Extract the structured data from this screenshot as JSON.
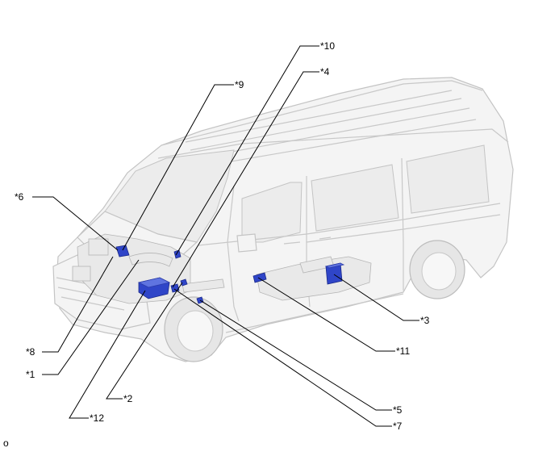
{
  "callouts": [
    {
      "id": "c10",
      "label": "*10"
    },
    {
      "id": "c4",
      "label": "*4"
    },
    {
      "id": "c9",
      "label": "*9"
    },
    {
      "id": "c6",
      "label": "*6"
    },
    {
      "id": "c3",
      "label": "*3"
    },
    {
      "id": "c11",
      "label": "*11"
    },
    {
      "id": "c8",
      "label": "*8"
    },
    {
      "id": "c1",
      "label": "*1"
    },
    {
      "id": "c2",
      "label": "*2"
    },
    {
      "id": "c5",
      "label": "*5"
    },
    {
      "id": "c12",
      "label": "*12"
    },
    {
      "id": "c7",
      "label": "*7"
    }
  ],
  "figure_code": "o",
  "colors": {
    "highlight_part": "#2f45c8",
    "vehicle_body": "#f4f4f4",
    "leader_line": "#000000"
  }
}
